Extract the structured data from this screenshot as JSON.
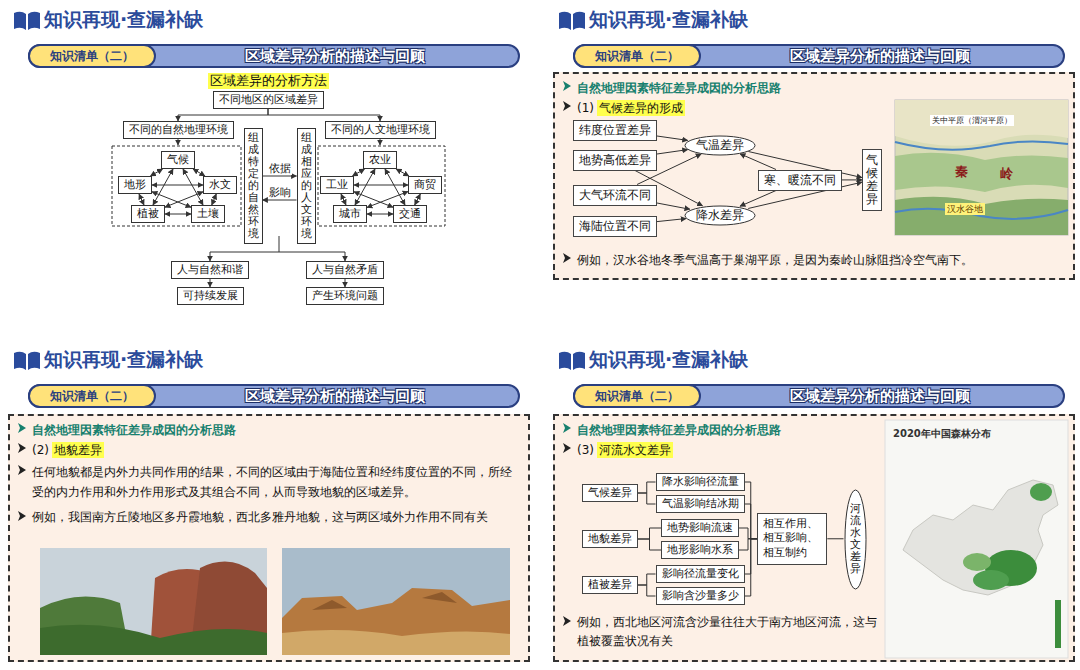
{
  "diagram": {
    "nodes": [
      {
        "text": [
          "区域差异分析的描述与回顾"
        ]
      },
      {
        "text": [
          "知识清单（二）"
        ],
        "in": 0
      },
      {
        "text": [
          "不同地区的区域差异"
        ]
      },
      {
        "text": [
          "不同的自然地理环境"
        ]
      },
      {
        "text": [
          "不同的人文地理环境"
        ]
      },
      {
        "text": [
          "气候"
        ]
      },
      {
        "text": [
          "地形"
        ]
      },
      {
        "text": [
          "水文"
        ]
      },
      {
        "text": [
          "植被"
        ]
      },
      {
        "text": [
          "土壤"
        ]
      },
      {
        "text": [
          "组成特定的自然环境"
        ]
      },
      {
        "text": [
          "组成相应的人文环境"
        ]
      },
      {
        "text": [
          "农业"
        ]
      },
      {
        "text": [
          "工业"
        ]
      },
      {
        "text": [
          "商贸"
        ]
      },
      {
        "text": [
          "城市"
        ]
      },
      {
        "text": [
          "交通"
        ]
      },
      {
        "text": [
          "人与自然和谐"
        ]
      },
      {
        "text": [
          "可持续发展"
        ]
      },
      {
        "text": [
          "人与自然矛盾"
        ]
      },
      {
        "text": [
          "产生环境问题"
        ]
      },
      {
        "text": [
          "区域差异分析的描述与回顾"
        ]
      },
      {
        "text": [
          "知识清单（二）"
        ],
        "in": 21
      },
      {
        "text": [
          "自然地理因素特征差异成因的分析思路",
          "(1)",
          "气候差异的形成",
          "例如，汉水谷地冬季气温高于巢湖平原，是因为秦岭山脉阻挡冷空气南下。"
        ]
      },
      {
        "text": [
          "纬度位置差异"
        ],
        "in": 23
      },
      {
        "text": [
          "地势高低差异"
        ],
        "in": 23
      },
      {
        "text": [
          "大气环流不同"
        ],
        "in": 23
      },
      {
        "text": [
          "海陆位置不同"
        ],
        "in": 23
      },
      {
        "text": [
          "气温差异"
        ],
        "in": 23
      },
      {
        "text": [
          "降水差异"
        ],
        "in": 23
      },
      {
        "text": [
          "寒、暖流不同"
        ],
        "in": 23
      },
      {
        "text": [
          "气候差异"
        ],
        "in": 23
      },
      {
        "text": [
          "区域差异分析的描述与回顾"
        ]
      },
      {
        "text": [
          "知识清单（二）"
        ],
        "in": 32
      },
      {
        "text": [
          "自然地理因素特征差异成因的分析思路",
          "(2)",
          "地貌差异",
          "任何地貌都是内外力共同作用的结果，不同的区域由于海陆位置和经纬度位置的不同，所经受的内力作用和外力作用形式及其组合不同，从而导致地貌的区域差异。",
          "例如，我国南方丘陵地区多丹霞地貌，西北多雅丹地貌，这与两区域外力作用不同有关"
        ]
      },
      {
        "text": [
          "区域差异分析的描述与回顾"
        ]
      },
      {
        "text": [
          "知识清单（二）"
        ],
        "in": 35
      },
      {
        "text": [
          "自然地理因素特征差异成因的分析思路",
          "(3)",
          "河流水文差异",
          "例如，西北地区河流含沙量往往大于南方地区河流，这与植被覆盖状况有关"
        ]
      },
      {
        "text": [
          "气候差异"
        ],
        "in": 37
      },
      {
        "text": [
          "地貌差异"
        ],
        "in": 37
      },
      {
        "text": [
          "植被差异"
        ],
        "in": 37
      },
      {
        "text": [
          "降水影响径流量"
        ],
        "in": 37
      },
      {
        "text": [
          "气温影响结冰期"
        ],
        "in": 37
      },
      {
        "text": [
          "地势影响流速"
        ],
        "in": 37
      },
      {
        "text": [
          "地形影响水系"
        ],
        "in": 37
      },
      {
        "text": [
          "影响径流量变化"
        ],
        "in": 37
      },
      {
        "text": [
          "影响含沙量多少"
        ],
        "in": 37
      },
      {
        "text": [
          "相互作用、相互影响、相互制约"
        ],
        "in": 37
      },
      {
        "text": [
          "河流水文差异"
        ],
        "in": 37
      }
    ],
    "edges": [
      {
        "from": 2,
        "to": 3,
        "arrow": "to"
      },
      {
        "from": 2,
        "to": 4,
        "arrow": "to"
      },
      {
        "from": 5,
        "to": 6,
        "arrow": "both"
      },
      {
        "from": 5,
        "to": 7,
        "arrow": "both"
      },
      {
        "from": 5,
        "to": 8,
        "arrow": "both"
      },
      {
        "from": 5,
        "to": 9,
        "arrow": "both"
      },
      {
        "from": 6,
        "to": 7,
        "arrow": "both"
      },
      {
        "from": 6,
        "to": 8,
        "arrow": "both"
      },
      {
        "from": 6,
        "to": 9,
        "arrow": "both"
      },
      {
        "from": 7,
        "to": 8,
        "arrow": "both"
      },
      {
        "from": 7,
        "to": 9,
        "arrow": "both"
      },
      {
        "from": 8,
        "to": 9,
        "arrow": "both"
      },
      {
        "from": 10,
        "to": 11,
        "label": "依据",
        "arrow": "to"
      },
      {
        "from": 11,
        "to": 10,
        "label": "影响",
        "arrow": "to"
      },
      {
        "from": 12,
        "to": 13,
        "arrow": "both"
      },
      {
        "from": 12,
        "to": 14,
        "arrow": "both"
      },
      {
        "from": 12,
        "to": 15,
        "arrow": "both"
      },
      {
        "from": 12,
        "to": 16,
        "arrow": "both"
      },
      {
        "from": 13,
        "to": 14,
        "arrow": "both"
      },
      {
        "from": 13,
        "to": 15,
        "arrow": "both"
      },
      {
        "from": 13,
        "to": 16,
        "arrow": "both"
      },
      {
        "from": 14,
        "to": 15,
        "arrow": "both"
      },
      {
        "from": 14,
        "to": 16,
        "arrow": "both"
      },
      {
        "from": 15,
        "to": 16,
        "arrow": "both"
      },
      {
        "from": 17,
        "to": 18,
        "arrow": "to"
      },
      {
        "from": 19,
        "to": 20,
        "arrow": "to"
      },
      {
        "from": 24,
        "to": 28,
        "arrow": "to"
      },
      {
        "from": 25,
        "to": 28,
        "arrow": "to"
      },
      {
        "from": 25,
        "to": 29,
        "arrow": "to"
      },
      {
        "from": 26,
        "to": 28,
        "arrow": "to"
      },
      {
        "from": 26,
        "to": 29,
        "arrow": "to"
      },
      {
        "from": 27,
        "to": 29,
        "arrow": "to"
      },
      {
        "from": 30,
        "to": 28,
        "arrow": "to"
      },
      {
        "from": 30,
        "to": 29,
        "arrow": "to"
      },
      {
        "from": 28,
        "to": 31,
        "arrow": "to"
      },
      {
        "from": 29,
        "to": 31,
        "arrow": "to"
      },
      {
        "from": 30,
        "to": 31,
        "arrow": "to"
      },
      {
        "from": 38,
        "to": 41,
        "arrow": "none"
      },
      {
        "from": 38,
        "to": 42,
        "arrow": "none"
      },
      {
        "from": 39,
        "to": 43,
        "arrow": "none"
      },
      {
        "from": 39,
        "to": 44,
        "arrow": "none"
      },
      {
        "from": 40,
        "to": 45,
        "arrow": "none"
      },
      {
        "from": 40,
        "to": 46,
        "arrow": "none"
      },
      {
        "from": 41,
        "to": 47,
        "arrow": "none"
      },
      {
        "from": 42,
        "to": 47,
        "arrow": "none"
      },
      {
        "from": 43,
        "to": 47,
        "arrow": "none"
      },
      {
        "from": 44,
        "to": 47,
        "arrow": "none"
      },
      {
        "from": 45,
        "to": 47,
        "arrow": "none"
      },
      {
        "from": 46,
        "to": 47,
        "arrow": "none"
      },
      {
        "from": 47,
        "to": 48,
        "arrow": "none"
      }
    ],
    "labels": [
      "知识再现·查漏补缺",
      "区域差异的分析方法",
      "知识再现·查漏补缺",
      "关中平原（渭河平原）",
      "秦",
      "岭",
      "汉水谷地",
      "知识再现·查漏补缺",
      "知识再现·查漏补缺",
      "2020年中国森林分布"
    ]
  }
}
